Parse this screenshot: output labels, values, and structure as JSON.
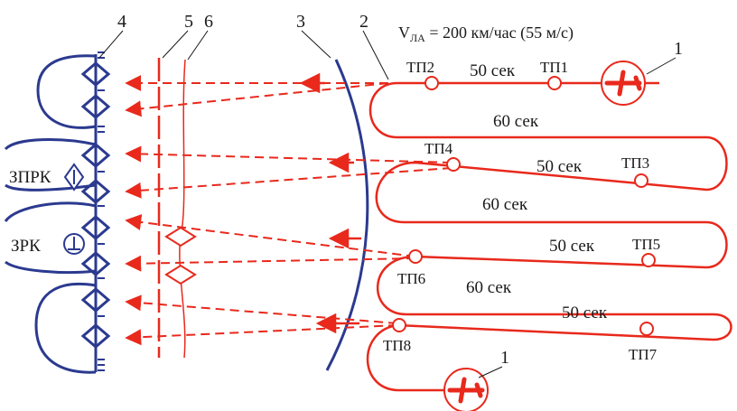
{
  "speed_label_prefix": "V",
  "speed_label_sub": "ЛА",
  "speed_label_rest": " = 200 км/час (55 м/с)",
  "markers": {
    "aircraft": "1",
    "route_line": "2",
    "arc_line": "3",
    "front": "4",
    "line5": "5",
    "line6": "6",
    "aircraft_bottom": "1"
  },
  "points": [
    "ТП1",
    "ТП2",
    "ТП3",
    "ТП4",
    "ТП5",
    "ТП6",
    "ТП7",
    "ТП8"
  ],
  "times": [
    "50 сек",
    "60 сек",
    "50 сек",
    "60 сек",
    "50 сек",
    "60 сек",
    "50 сек"
  ],
  "zprk": "ЗПРК",
  "zrk": "ЗРК",
  "colors": {
    "route": "#e8291c",
    "front": "#2b3a8f",
    "text": "#1a1a1a"
  },
  "icons": [
    "aircraft-icon",
    "zprk-symbol-icon",
    "zrk-symbol-icon"
  ]
}
